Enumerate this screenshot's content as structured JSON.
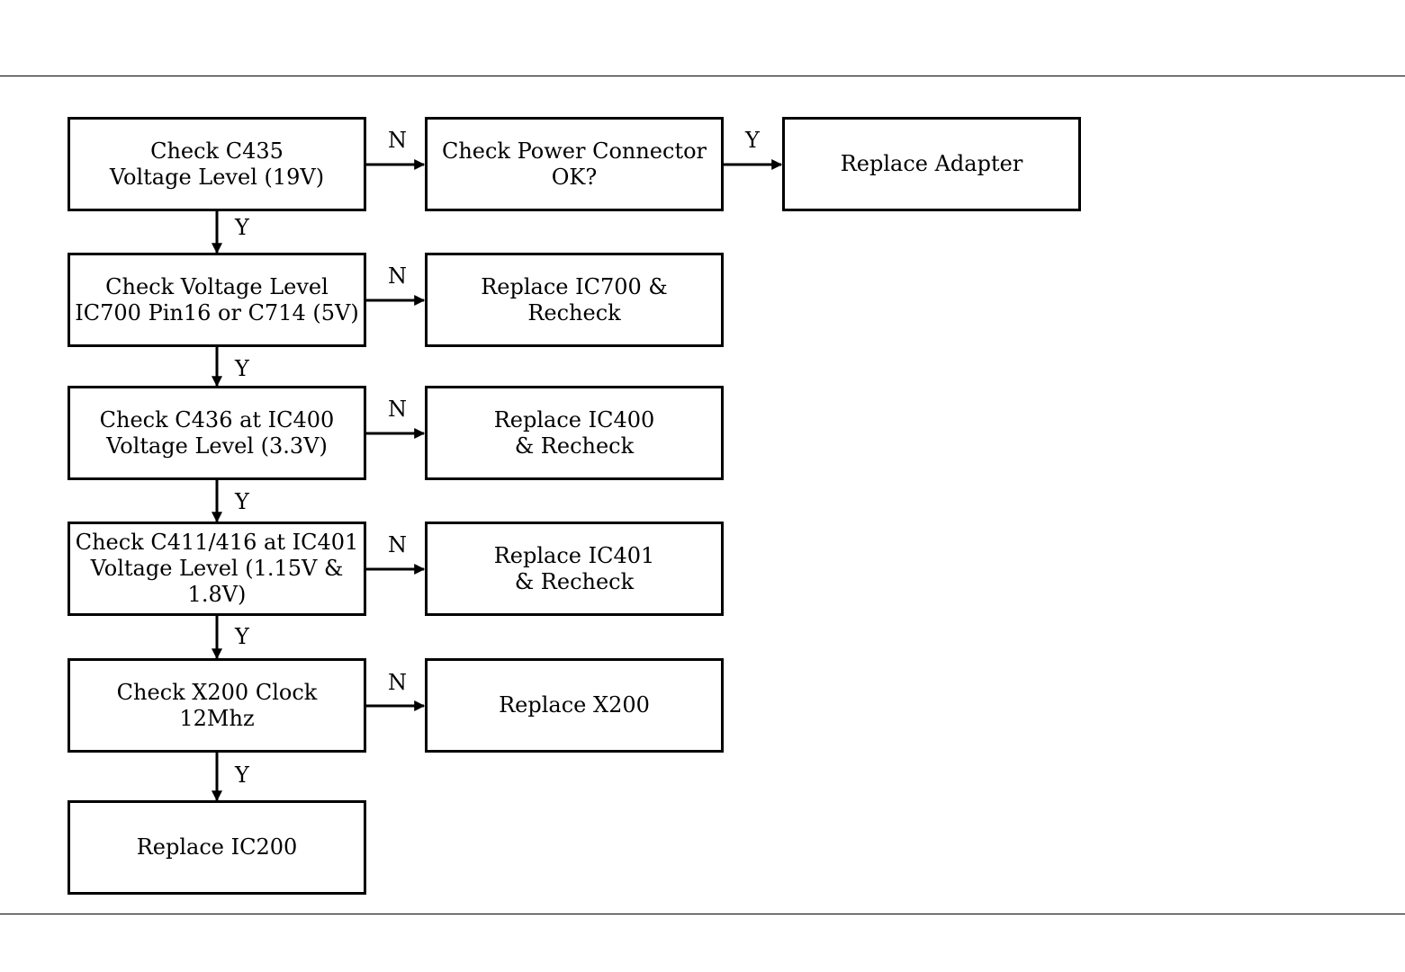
{
  "nodes": {
    "check_c435": "Check C435\nVoltage Level (19V)",
    "check_power_connector": "Check Power Connector\nOK?",
    "replace_adapter": "Replace Adapter",
    "check_ic700": "Check Voltage Level\nIC700 Pin16 or C714 (5V)",
    "replace_ic700": "Replace IC700 &\nRecheck",
    "check_c436": "Check C436 at IC400\nVoltage Level (3.3V)",
    "replace_ic400": "Replace IC400\n& Recheck",
    "check_c411": "Check C411/416 at IC401\nVoltage Level (1.15V &\n1.8V)",
    "replace_ic401": "Replace IC401\n& Recheck",
    "check_x200": "Check X200 Clock\n12Mhz",
    "replace_x200": "Replace X200",
    "replace_ic200": "Replace IC200"
  },
  "edges": [
    {
      "from": "check_c435",
      "to": "check_power_connector",
      "label": "N"
    },
    {
      "from": "check_power_connector",
      "to": "replace_adapter",
      "label": "Y"
    },
    {
      "from": "check_c435",
      "to": "check_ic700",
      "label": "Y"
    },
    {
      "from": "check_ic700",
      "to": "replace_ic700",
      "label": "N"
    },
    {
      "from": "check_ic700",
      "to": "check_c436",
      "label": "Y"
    },
    {
      "from": "check_c436",
      "to": "replace_ic400",
      "label": "N"
    },
    {
      "from": "check_c436",
      "to": "check_c411",
      "label": "Y"
    },
    {
      "from": "check_c411",
      "to": "replace_ic401",
      "label": "N"
    },
    {
      "from": "check_c411",
      "to": "check_x200",
      "label": "Y"
    },
    {
      "from": "check_x200",
      "to": "replace_x200",
      "label": "N"
    },
    {
      "from": "check_x200",
      "to": "replace_ic200",
      "label": "Y"
    }
  ]
}
